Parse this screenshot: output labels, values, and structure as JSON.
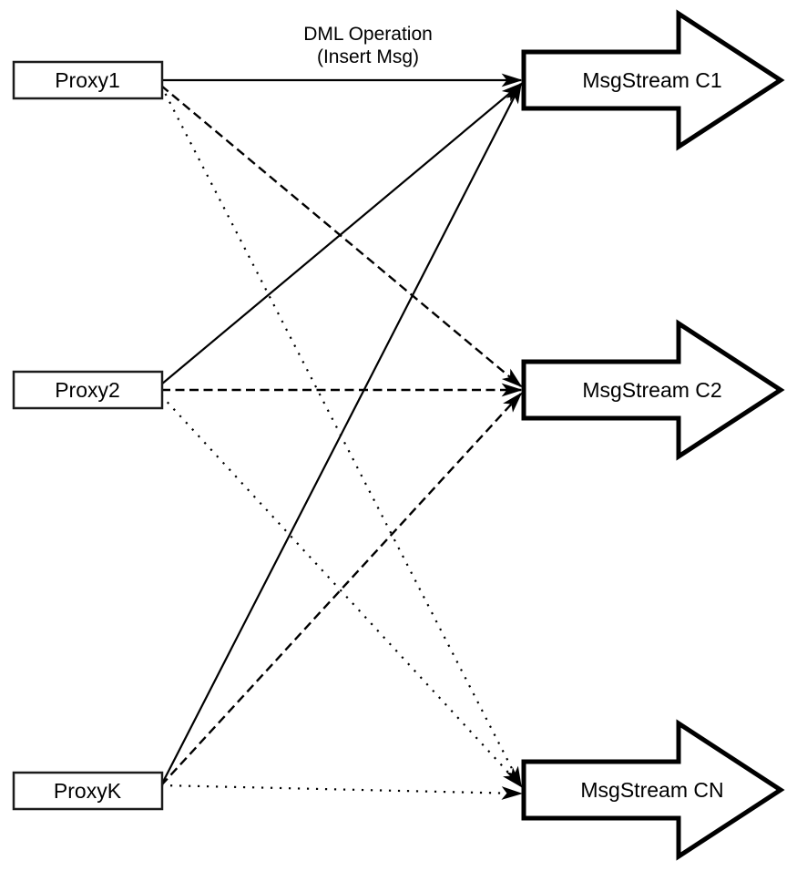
{
  "header": {
    "line1": "DML Operation",
    "line2": "(Insert Msg)"
  },
  "nodes": {
    "proxies": [
      {
        "id": "proxy1",
        "label": "Proxy1"
      },
      {
        "id": "proxy2",
        "label": "Proxy2"
      },
      {
        "id": "proxyk",
        "label": "ProxyK"
      }
    ],
    "streams": [
      {
        "id": "c1",
        "label": "MsgStream C1"
      },
      {
        "id": "c2",
        "label": "MsgStream C2"
      },
      {
        "id": "cn",
        "label": "MsgStream CN"
      }
    ]
  },
  "connections": [
    {
      "from": "proxy1",
      "to": "c1",
      "style": "solid"
    },
    {
      "from": "proxy1",
      "to": "c2",
      "style": "dashed"
    },
    {
      "from": "proxy1",
      "to": "cn",
      "style": "dotted"
    },
    {
      "from": "proxy2",
      "to": "c1",
      "style": "solid"
    },
    {
      "from": "proxy2",
      "to": "c2",
      "style": "dashed"
    },
    {
      "from": "proxy2",
      "to": "cn",
      "style": "dotted"
    },
    {
      "from": "proxyk",
      "to": "c1",
      "style": "solid"
    },
    {
      "from": "proxyk",
      "to": "c2",
      "style": "dashed"
    },
    {
      "from": "proxyk",
      "to": "cn",
      "style": "dotted"
    }
  ],
  "colors": {
    "line": "#000000",
    "node_fill": "#ffffff",
    "node_border": "#1c1c1c",
    "text": "#000000"
  }
}
